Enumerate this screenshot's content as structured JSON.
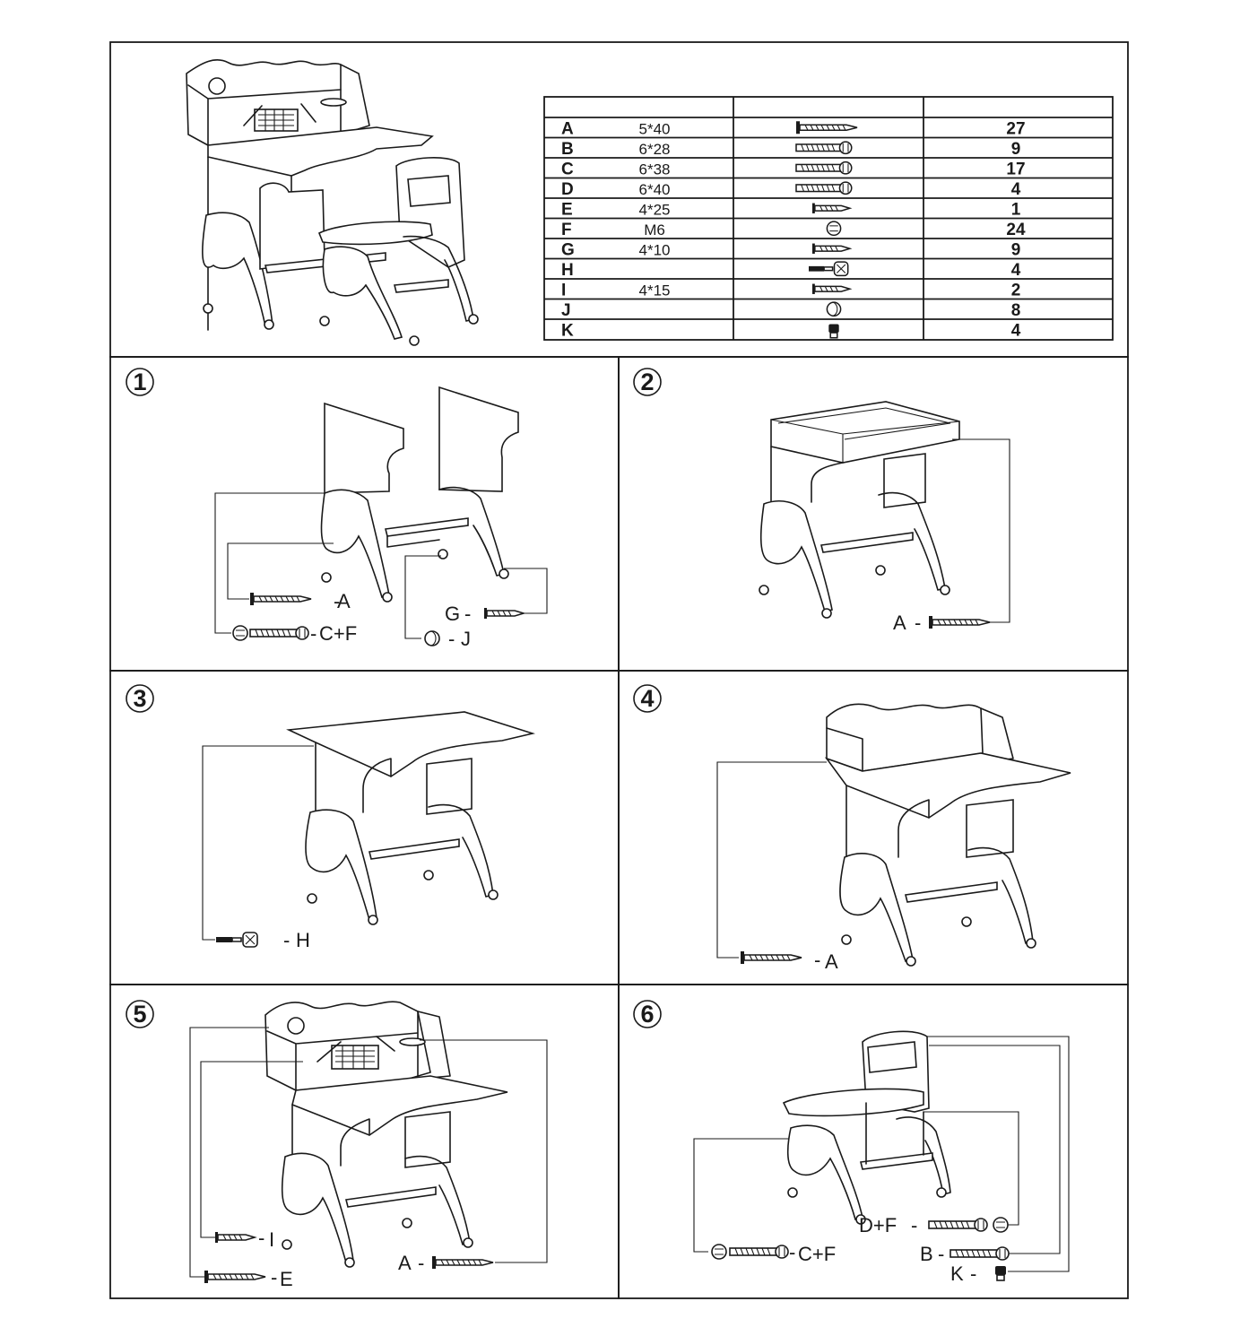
{
  "parts_table": {
    "rows": [
      {
        "letter": "A",
        "size": "5*40",
        "qty": "27",
        "icon": "long-screw-icon"
      },
      {
        "letter": "B",
        "size": "6*28",
        "qty": "9",
        "icon": "bolt-icon"
      },
      {
        "letter": "C",
        "size": "6*38",
        "qty": "17",
        "icon": "bolt-icon"
      },
      {
        "letter": "D",
        "size": "6*40",
        "qty": "4",
        "icon": "bolt-icon"
      },
      {
        "letter": "E",
        "size": "4*25",
        "qty": "1",
        "icon": "short-screw-icon"
      },
      {
        "letter": "F",
        "size": "M6",
        "qty": "24",
        "icon": "cam-nut-icon"
      },
      {
        "letter": "G",
        "size": "4*10",
        "qty": "9",
        "icon": "short-screw-icon"
      },
      {
        "letter": "H",
        "size": "",
        "qty": "4",
        "icon": "connector-icon"
      },
      {
        "letter": "I",
        "size": "4*15",
        "qty": "2",
        "icon": "short-screw-icon"
      },
      {
        "letter": "J",
        "size": "",
        "qty": "8",
        "icon": "glide-icon"
      },
      {
        "letter": "K",
        "size": "",
        "qty": "4",
        "icon": "cap-icon"
      }
    ]
  },
  "steps": [
    {
      "number": "①",
      "labels": {
        "a": "A",
        "cf": "C+F",
        "g": "G",
        "j": "J"
      }
    },
    {
      "number": "②",
      "labels": {
        "a": "A"
      }
    },
    {
      "number": "③",
      "labels": {
        "h": "H"
      }
    },
    {
      "number": "④",
      "labels": {
        "a": "A"
      }
    },
    {
      "number": "⑤",
      "labels": {
        "i": "I",
        "e": "E",
        "a": "A"
      }
    },
    {
      "number": "⑥",
      "labels": {
        "df": "D+F",
        "cf": "C+F",
        "b": "B",
        "k": "K"
      }
    }
  ]
}
